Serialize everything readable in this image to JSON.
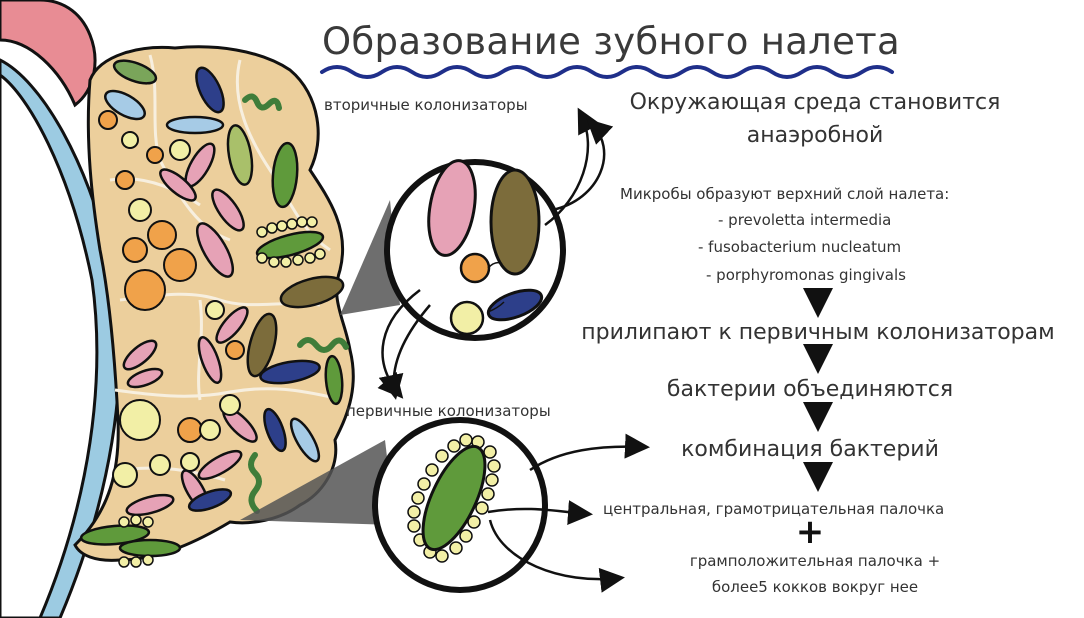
{
  "title": "Образование зубного налета",
  "labels": {
    "secondary": "вторичные колонизаторы",
    "primary": "первичные колонизаторы"
  },
  "steps": {
    "anaerobic_line1": "Окружающая среда становится",
    "anaerobic_line2": "анаэробной",
    "top_layer": "Микробы образуют верхний слой налета:",
    "microbe_1": "- prevoletta intermedia",
    "microbe_2": "- fusobacterium nucleatum",
    "microbe_3": "- porphyromonas gingivals",
    "adhere": "прилипают к первичным колонизаторам",
    "unite": "бактерии объединяются",
    "combination": "комбинация бактерий",
    "central_rod": "центральная, грамотрицательная палочка",
    "plus_sign": "+",
    "gram_positive_line1": "грамположительная палочка +",
    "gram_positive_line2": "более5 кокков вокруг нее"
  },
  "colors": {
    "plaque": "#eccf9c",
    "plaque_outline": "#1a1a1a",
    "enamel_blue": "#9ccbe2",
    "gum_pink": "#e88c94",
    "title_underline": "#1f2f8a",
    "bacteria_green": "#5f9a3b",
    "bacteria_pink": "#e6a2b6",
    "bacteria_navy": "#2d3f8a",
    "bacteria_olive": "#7c6c3b",
    "cocci_yellow": "#f2efa6",
    "cocci_orange": "#f0a24a"
  }
}
